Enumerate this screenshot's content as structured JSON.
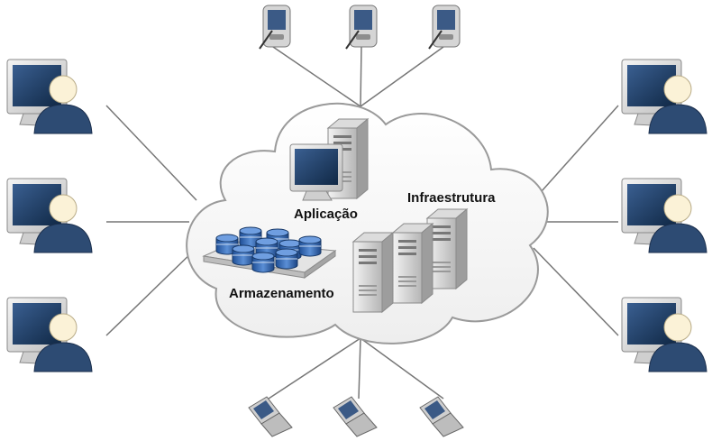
{
  "labels": {
    "application": "Aplicação",
    "infrastructure": "Infraestrutura",
    "storage": "Armazenamento"
  },
  "icons": {
    "workstation": "user-workstation-icon",
    "pda": "pda-icon",
    "phone": "flip-phone-icon",
    "server": "server-icon",
    "database": "database-icon"
  },
  "colors": {
    "screen": "#1d3b66",
    "user": "#2d4b73",
    "cloud_stroke": "#9a9a9a",
    "db_blue": "#2b5fa8",
    "connector": "#777777"
  }
}
